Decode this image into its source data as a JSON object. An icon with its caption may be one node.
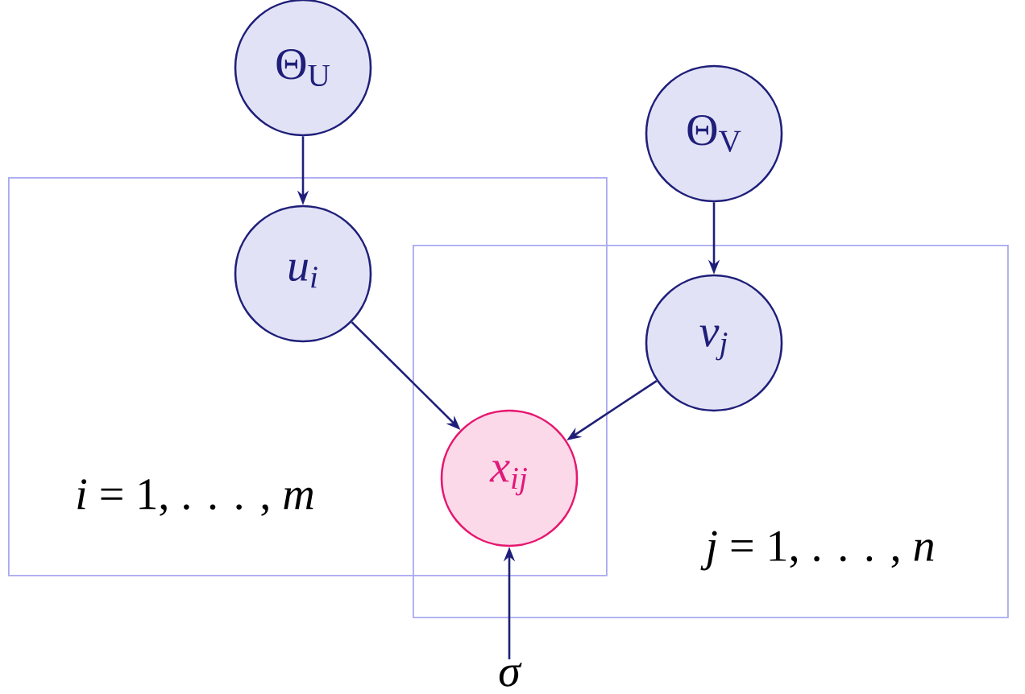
{
  "diagram": {
    "nodes": [
      {
        "text": [
          "Θ$_{U}$"
        ]
      },
      {
        "text": [
          "*i* = 1, . . . , *m*"
        ]
      },
      {
        "text": [
          "u$_{i}$"
        ],
        "in": 1
      },
      {
        "text": [
          "Θ$_{V}$"
        ]
      },
      {
        "text": [
          "*j* = 1, . . . , *n*"
        ]
      },
      {
        "text": [
          "v$_{j}$"
        ],
        "in": 4
      },
      {
        "text": [
          "x$_{ij}$"
        ]
      },
      {
        "text": [
          "σ"
        ]
      }
    ],
    "edges": [
      {
        "from": 0,
        "to": 2,
        "arrow": "to"
      },
      {
        "from": 3,
        "to": 5,
        "arrow": "to"
      },
      {
        "from": 2,
        "to": 6,
        "arrow": "to"
      },
      {
        "from": 5,
        "to": 6,
        "arrow": "to"
      },
      {
        "from": 7,
        "to": 6,
        "arrow": "to"
      }
    ]
  }
}
